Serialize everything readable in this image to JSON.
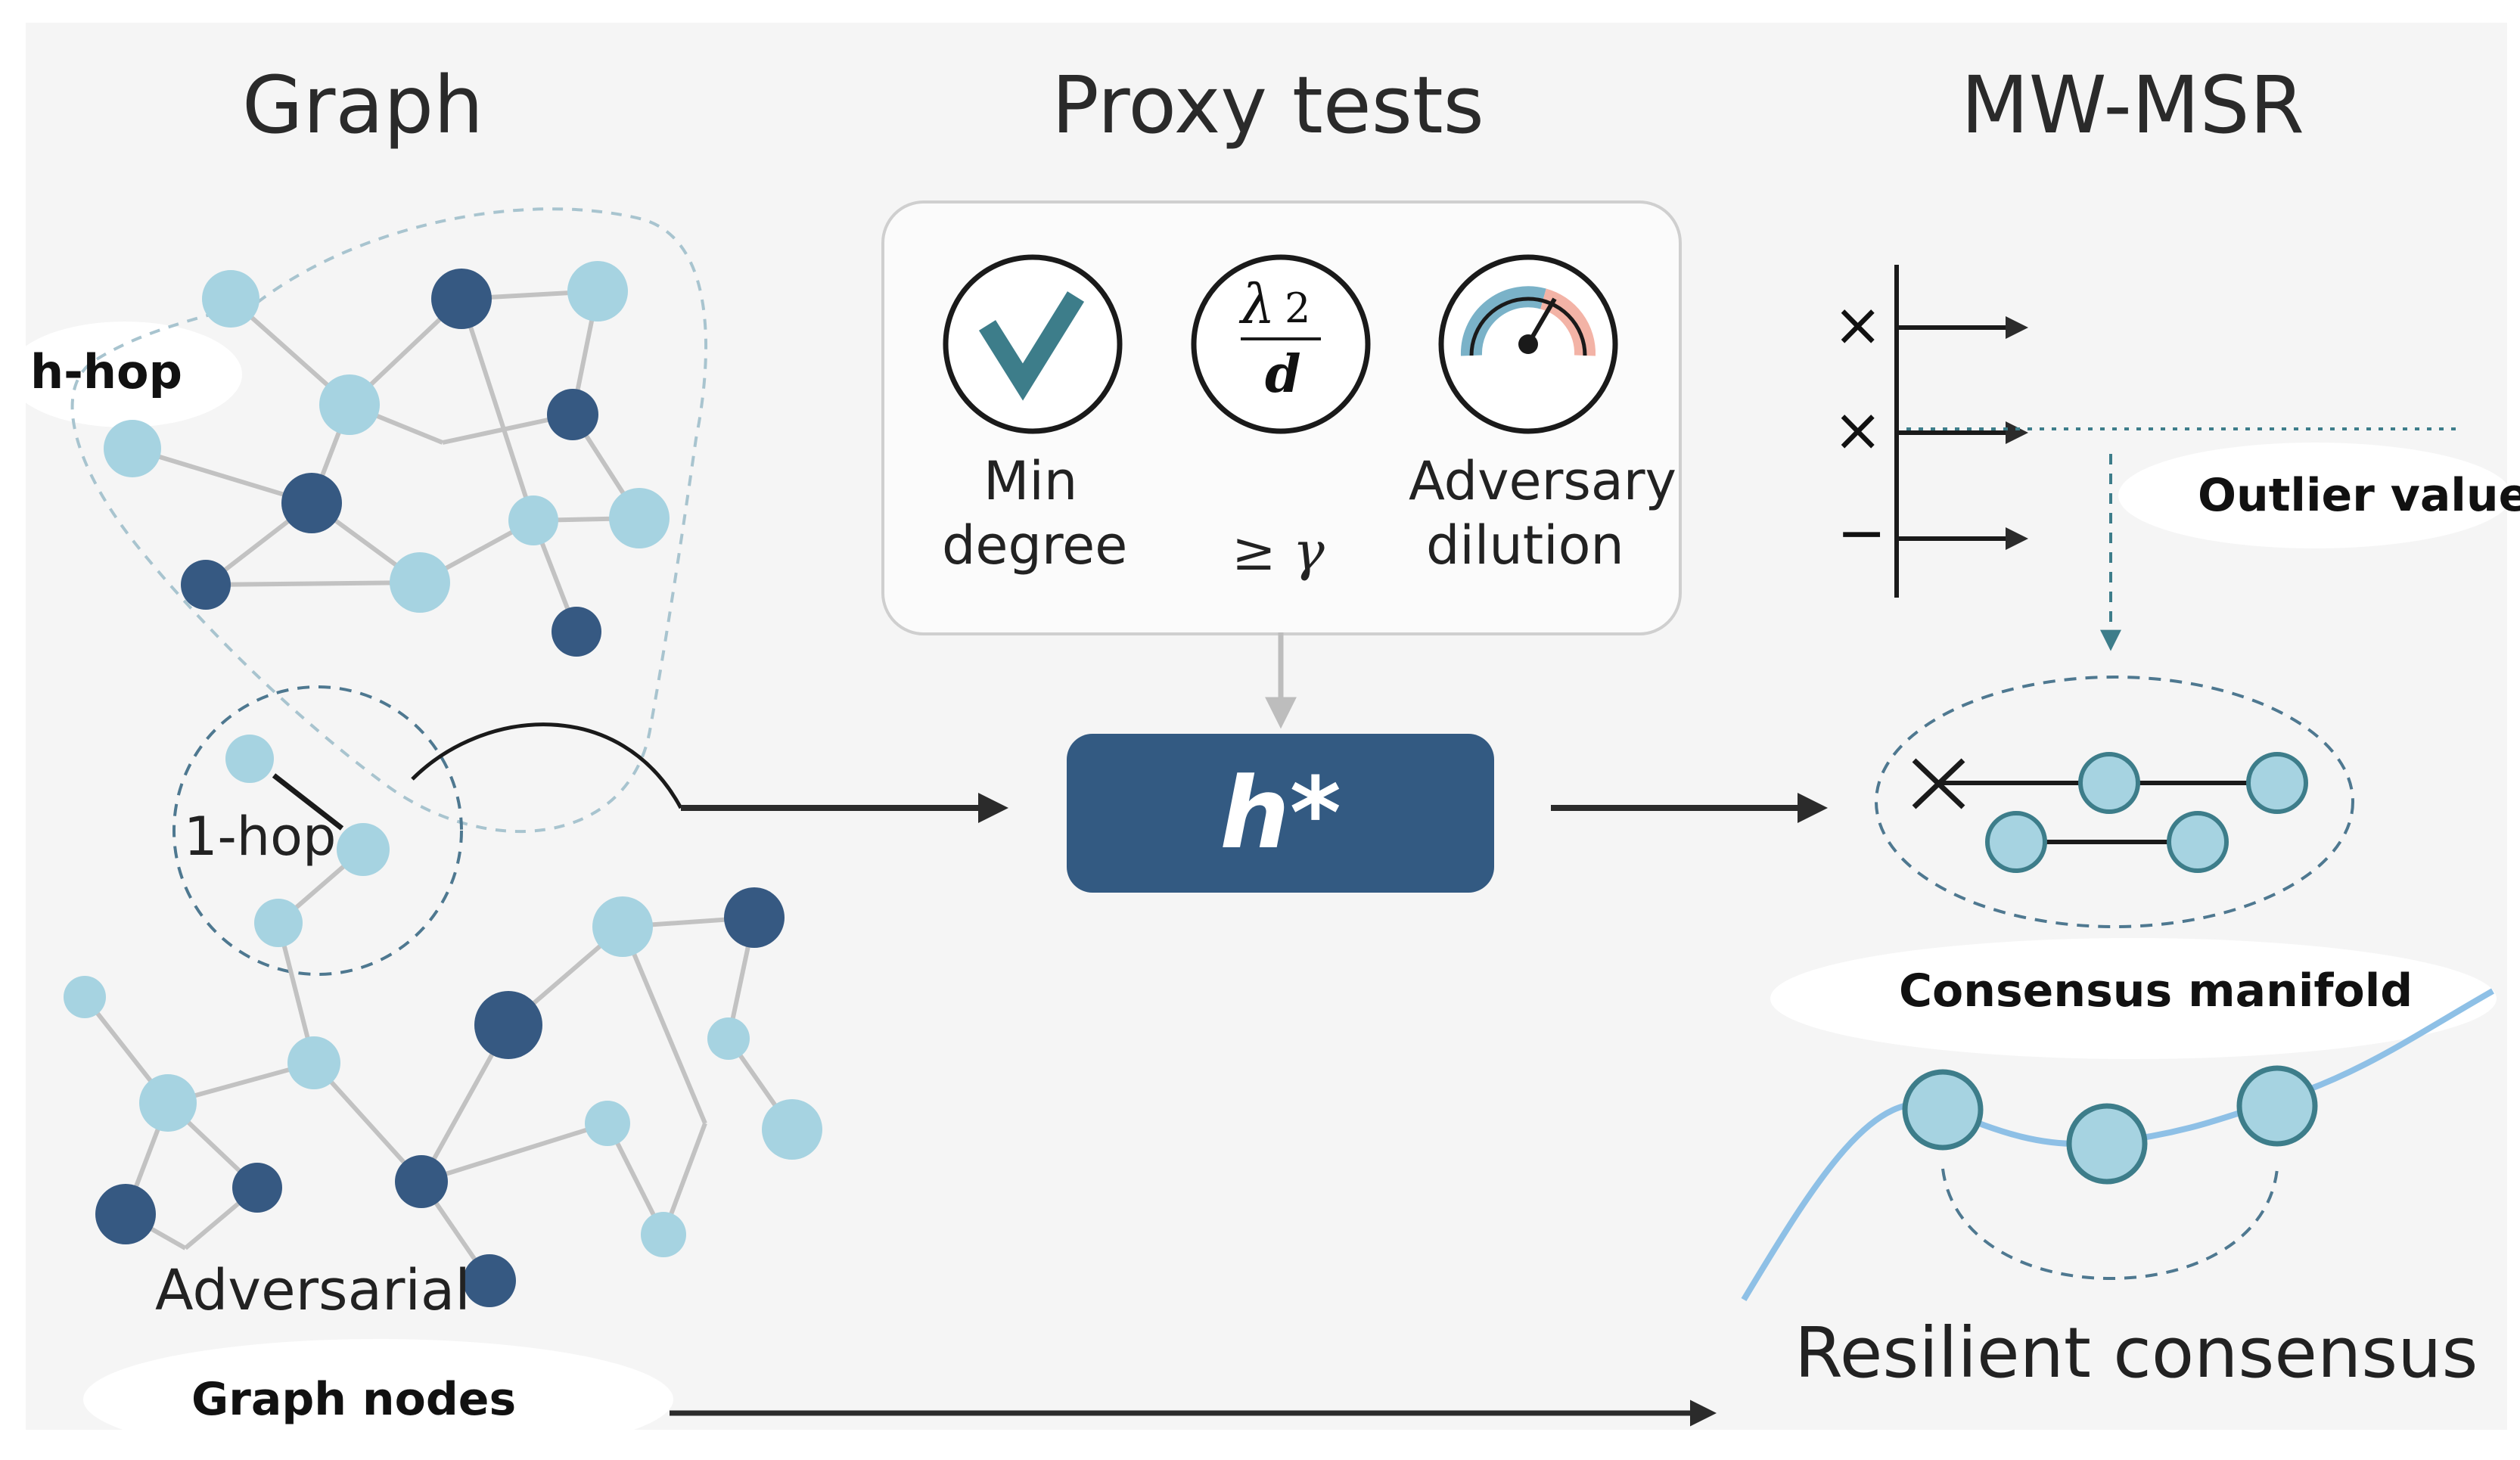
{
  "columns": {
    "graph": "Graph",
    "proxy": "Proxy tests",
    "mwmsr": "MW-MSR"
  },
  "graph_panel": {
    "h_hop": "h-hop",
    "one_hop": "1-hop",
    "adversarial": "Adversarial",
    "graph_nodes": "Graph nodes"
  },
  "proxy_tests": {
    "min_degree_line1": "Min",
    "min_degree_line2": "degree",
    "lambda_symbol": "λ",
    "lambda_subscript": "2",
    "lambda_denominator": "d",
    "gamma_condition": "≥ γ",
    "adversary_line1": "Adversary",
    "adversary_line2": "dilution"
  },
  "selector": {
    "label": "h*"
  },
  "mwmsr_panel": {
    "outlier_value": "Outlier value",
    "consensus_manifold": "Consensus manifold",
    "resilient_consensus": "Resilient consensus",
    "marks": [
      "×",
      "×",
      "−"
    ]
  },
  "colors": {
    "light_node": "#a6d3e1",
    "light_node_stroke": "#7fb6c9",
    "dark_node": "#365982",
    "edge": "#c2c2c2",
    "teal": "#3d7d8a",
    "arrow": "#2b2b2b",
    "curve": "#8ec0e6"
  }
}
